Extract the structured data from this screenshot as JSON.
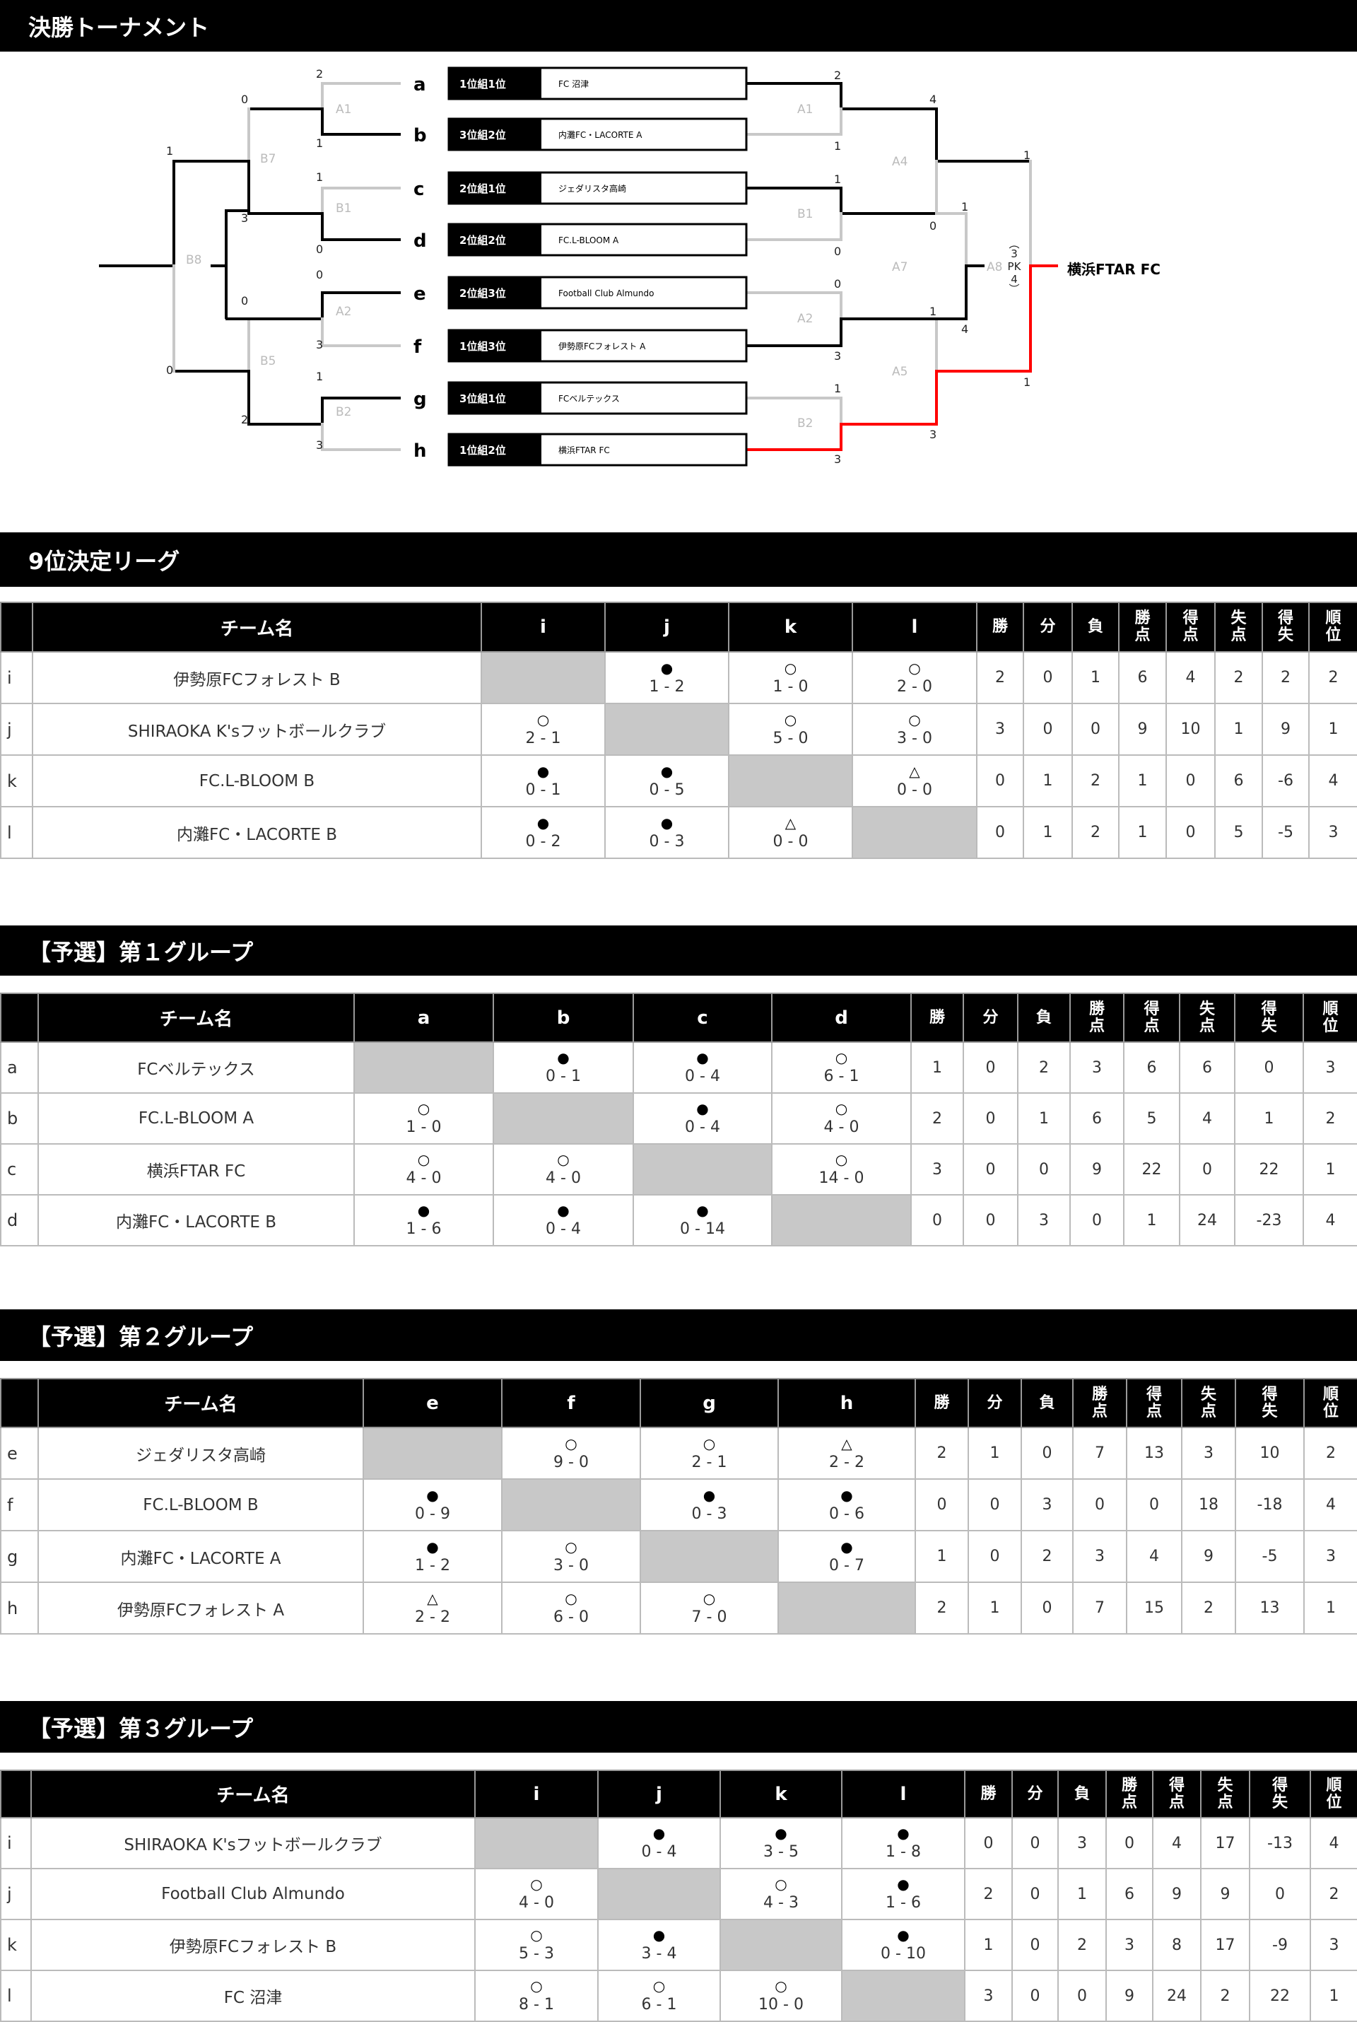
{
  "bracket": {
    "title": "決勝トーナメント",
    "slots": [
      {
        "letter": "a",
        "seed": "1位組1位",
        "team": "FC 沼津"
      },
      {
        "letter": "b",
        "seed": "3位組2位",
        "team": "内灘FC・LACORTE A"
      },
      {
        "letter": "c",
        "seed": "2位組1位",
        "team": "ジェダリスタ高崎"
      },
      {
        "letter": "d",
        "seed": "2位組2位",
        "team": "FC.L-BLOOM A"
      },
      {
        "letter": "e",
        "seed": "2位組3位",
        "team": "Football Club Almundo"
      },
      {
        "letter": "f",
        "seed": "1位組3位",
        "team": "伊勢原FCフォレスト A"
      },
      {
        "letter": "g",
        "seed": "3位組1位",
        "team": "FCベルテックス"
      },
      {
        "letter": "h",
        "seed": "1位組2位",
        "team": "横浜FTAR FC"
      }
    ],
    "left_match_labels": [
      "A1",
      "B1",
      "A2",
      "B2",
      "B7",
      "B5",
      "B8"
    ],
    "right_match_labels": [
      "A1",
      "B1",
      "A2",
      "B2",
      "A4",
      "A5",
      "A7",
      "A8"
    ],
    "left_scores": [
      "2",
      "1",
      "1",
      "0",
      "0",
      "3",
      "1",
      "3",
      "0",
      "3",
      "0",
      "2",
      "1",
      "0"
    ],
    "right_scores": [
      "2",
      "1",
      "1",
      "0",
      "0",
      "3",
      "1",
      "3",
      "4",
      "0",
      "1",
      "3",
      "1",
      "4",
      "1",
      "1"
    ],
    "pk": {
      "label": "PK",
      "home": "3",
      "away": "4",
      "open": "︵",
      "close": "︶"
    },
    "winner": "横浜FTAR FC",
    "colors": {
      "win": "#000000",
      "lose": "#c8c8c8",
      "champion_path": "#ff0000"
    }
  },
  "tables": [
    {
      "title": "9位決定リーグ",
      "name_header": "チーム名",
      "opponents": [
        "i",
        "j",
        "k",
        "l"
      ],
      "stat_headers": [
        "勝",
        "分",
        "負",
        "勝点",
        "得点",
        "失点",
        "得失",
        "順位"
      ],
      "rows": [
        {
          "id": "i",
          "team": "伊勢原FCフォレスト B",
          "results": [
            null,
            {
              "mark": "●",
              "score": "1 - 2"
            },
            {
              "mark": "○",
              "score": "1 - 0"
            },
            {
              "mark": "○",
              "score": "2 - 0"
            }
          ],
          "stats": [
            "2",
            "0",
            "1",
            "6",
            "4",
            "2",
            "2",
            "2"
          ]
        },
        {
          "id": "j",
          "team": "SHIRAOKA K'sフットボールクラブ",
          "results": [
            {
              "mark": "○",
              "score": "2 - 1"
            },
            null,
            {
              "mark": "○",
              "score": "5 - 0"
            },
            {
              "mark": "○",
              "score": "3 - 0"
            }
          ],
          "stats": [
            "3",
            "0",
            "0",
            "9",
            "10",
            "1",
            "9",
            "1"
          ]
        },
        {
          "id": "k",
          "team": "FC.L-BLOOM B",
          "results": [
            {
              "mark": "●",
              "score": "0 - 1"
            },
            {
              "mark": "●",
              "score": "0 - 5"
            },
            null,
            {
              "mark": "△",
              "score": "0 - 0"
            }
          ],
          "stats": [
            "0",
            "1",
            "2",
            "1",
            "0",
            "6",
            "-6",
            "4"
          ]
        },
        {
          "id": "l",
          "team": "内灘FC・LACORTE B",
          "results": [
            {
              "mark": "●",
              "score": "0 - 2"
            },
            {
              "mark": "●",
              "score": "0 - 3"
            },
            {
              "mark": "△",
              "score": "0 - 0"
            },
            null
          ],
          "stats": [
            "0",
            "1",
            "2",
            "1",
            "0",
            "5",
            "-5",
            "3"
          ]
        }
      ]
    },
    {
      "title": "【予選】第１グループ",
      "name_header": "チーム名",
      "opponents": [
        "a",
        "b",
        "c",
        "d"
      ],
      "stat_headers": [
        "勝",
        "分",
        "負",
        "勝点",
        "得点",
        "失点",
        "得失",
        "順位"
      ],
      "rows": [
        {
          "id": "a",
          "team": "FCベルテックス",
          "results": [
            null,
            {
              "mark": "●",
              "score": "0 - 1"
            },
            {
              "mark": "●",
              "score": "0 - 4"
            },
            {
              "mark": "○",
              "score": "6 - 1"
            }
          ],
          "stats": [
            "1",
            "0",
            "2",
            "3",
            "6",
            "6",
            "0",
            "3"
          ]
        },
        {
          "id": "b",
          "team": "FC.L-BLOOM A",
          "results": [
            {
              "mark": "○",
              "score": "1 - 0"
            },
            null,
            {
              "mark": "●",
              "score": "0 - 4"
            },
            {
              "mark": "○",
              "score": "4 - 0"
            }
          ],
          "stats": [
            "2",
            "0",
            "1",
            "6",
            "5",
            "4",
            "1",
            "2"
          ]
        },
        {
          "id": "c",
          "team": "横浜FTAR FC",
          "results": [
            {
              "mark": "○",
              "score": "4 - 0"
            },
            {
              "mark": "○",
              "score": "4 - 0"
            },
            null,
            {
              "mark": "○",
              "score": "14 - 0"
            }
          ],
          "stats": [
            "3",
            "0",
            "0",
            "9",
            "22",
            "0",
            "22",
            "1"
          ]
        },
        {
          "id": "d",
          "team": "内灘FC・LACORTE B",
          "results": [
            {
              "mark": "●",
              "score": "1 - 6"
            },
            {
              "mark": "●",
              "score": "0 - 4"
            },
            {
              "mark": "●",
              "score": "0 - 14"
            },
            null
          ],
          "stats": [
            "0",
            "0",
            "3",
            "0",
            "1",
            "24",
            "-23",
            "4"
          ]
        }
      ]
    },
    {
      "title": "【予選】第２グループ",
      "name_header": "チーム名",
      "opponents": [
        "e",
        "f",
        "g",
        "h"
      ],
      "stat_headers": [
        "勝",
        "分",
        "負",
        "勝点",
        "得点",
        "失点",
        "得失",
        "順位"
      ],
      "rows": [
        {
          "id": "e",
          "team": "ジェダリスタ高崎",
          "results": [
            null,
            {
              "mark": "○",
              "score": "9 - 0"
            },
            {
              "mark": "○",
              "score": "2 - 1"
            },
            {
              "mark": "△",
              "score": "2 - 2"
            }
          ],
          "stats": [
            "2",
            "1",
            "0",
            "7",
            "13",
            "3",
            "10",
            "2"
          ]
        },
        {
          "id": "f",
          "team": "FC.L-BLOOM B",
          "results": [
            {
              "mark": "●",
              "score": "0 - 9"
            },
            null,
            {
              "mark": "●",
              "score": "0 - 3"
            },
            {
              "mark": "●",
              "score": "0 - 6"
            }
          ],
          "stats": [
            "0",
            "0",
            "3",
            "0",
            "0",
            "18",
            "-18",
            "4"
          ]
        },
        {
          "id": "g",
          "team": "内灘FC・LACORTE A",
          "results": [
            {
              "mark": "●",
              "score": "1 - 2"
            },
            {
              "mark": "○",
              "score": "3 - 0"
            },
            null,
            {
              "mark": "●",
              "score": "0 - 7"
            }
          ],
          "stats": [
            "1",
            "0",
            "2",
            "3",
            "4",
            "9",
            "-5",
            "3"
          ]
        },
        {
          "id": "h",
          "team": "伊勢原FCフォレスト A",
          "results": [
            {
              "mark": "△",
              "score": "2 - 2"
            },
            {
              "mark": "○",
              "score": "6 - 0"
            },
            {
              "mark": "○",
              "score": "7 - 0"
            },
            null
          ],
          "stats": [
            "2",
            "1",
            "0",
            "7",
            "15",
            "2",
            "13",
            "1"
          ]
        }
      ]
    },
    {
      "title": "【予選】第３グループ",
      "name_header": "チーム名",
      "opponents": [
        "i",
        "j",
        "k",
        "l"
      ],
      "stat_headers": [
        "勝",
        "分",
        "負",
        "勝点",
        "得点",
        "失点",
        "得失",
        "順位"
      ],
      "rows": [
        {
          "id": "i",
          "team": "SHIRAOKA K'sフットボールクラブ",
          "results": [
            null,
            {
              "mark": "●",
              "score": "0 - 4"
            },
            {
              "mark": "●",
              "score": "3 - 5"
            },
            {
              "mark": "●",
              "score": "1 - 8"
            }
          ],
          "stats": [
            "0",
            "0",
            "3",
            "0",
            "4",
            "17",
            "-13",
            "4"
          ]
        },
        {
          "id": "j",
          "team": "Football Club Almundo",
          "results": [
            {
              "mark": "○",
              "score": "4 - 0"
            },
            null,
            {
              "mark": "○",
              "score": "4 - 3"
            },
            {
              "mark": "●",
              "score": "1 - 6"
            }
          ],
          "stats": [
            "2",
            "0",
            "1",
            "6",
            "9",
            "9",
            "0",
            "2"
          ]
        },
        {
          "id": "k",
          "team": "伊勢原FCフォレスト B",
          "results": [
            {
              "mark": "○",
              "score": "5 - 3"
            },
            {
              "mark": "●",
              "score": "3 - 4"
            },
            null,
            {
              "mark": "●",
              "score": "0 - 10"
            }
          ],
          "stats": [
            "1",
            "0",
            "2",
            "3",
            "8",
            "17",
            "-9",
            "3"
          ]
        },
        {
          "id": "l",
          "team": "FC 沼津",
          "results": [
            {
              "mark": "○",
              "score": "8 - 1"
            },
            {
              "mark": "○",
              "score": "6 - 1"
            },
            {
              "mark": "○",
              "score": "10 - 0"
            },
            null
          ],
          "stats": [
            "3",
            "0",
            "0",
            "9",
            "24",
            "2",
            "22",
            "1"
          ]
        }
      ]
    }
  ]
}
